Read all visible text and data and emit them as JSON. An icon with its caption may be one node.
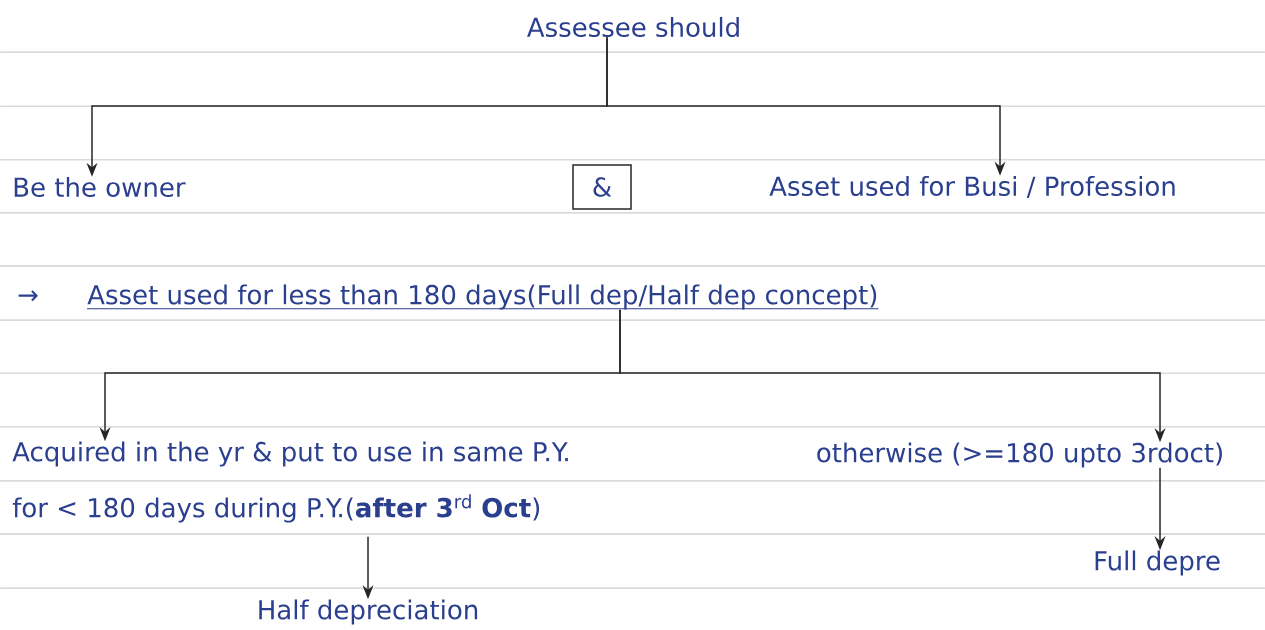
{
  "diagram": {
    "nodes": [
      {
        "text": [
          "Assessee should"
        ]
      },
      {
        "text": [
          "Be the owner"
        ]
      },
      {
        "text": [
          "&"
        ]
      },
      {
        "text": [
          "Asset used for Busi / Profession"
        ]
      },
      {
        "text": [
          "Asset used for less than 180 days(Full dep/Half dep concept)"
        ]
      },
      {
        "text": [
          "Acquired in the yr & put to use in same P.Y.",
          "for < 180 days during P.Y.(**after 3**$^{rd}$ **Oct**)"
        ]
      },
      {
        "text": [
          "otherwise (>=180 upto 3rdoct)"
        ]
      },
      {
        "text": [
          "Half depreciation"
        ]
      },
      {
        "text": [
          "Full depre"
        ]
      }
    ],
    "edges": [
      {
        "from": 0,
        "to": 1,
        "arrow": "to"
      },
      {
        "from": 0,
        "to": 3,
        "arrow": "to"
      },
      {
        "from": 4,
        "to": 5,
        "arrow": "to"
      },
      {
        "from": 4,
        "to": 6,
        "arrow": "to"
      },
      {
        "from": 5,
        "to": 7,
        "arrow": "to"
      },
      {
        "from": 6,
        "to": 8,
        "arrow": "to"
      }
    ],
    "labels": [
      "→"
    ]
  }
}
